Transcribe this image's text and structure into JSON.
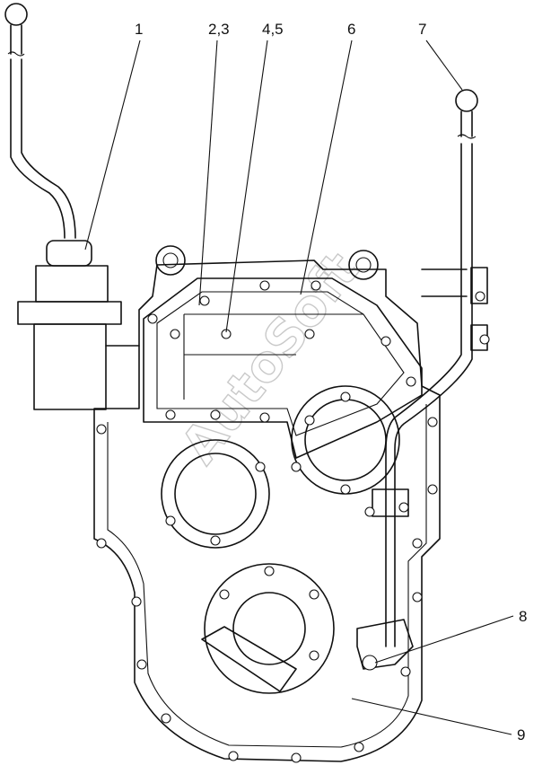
{
  "callouts": [
    {
      "id": "1",
      "text": "1"
    },
    {
      "id": "2_3",
      "text": "2,3"
    },
    {
      "id": "4_5",
      "text": "4,5"
    },
    {
      "id": "6",
      "text": "6"
    },
    {
      "id": "7",
      "text": "7"
    },
    {
      "id": "8",
      "text": "8"
    },
    {
      "id": "9",
      "text": "9"
    }
  ],
  "watermark": "AutoSoft",
  "colors": {
    "line": "#111111",
    "background": "#ffffff",
    "watermark": "#c9c9c9"
  }
}
